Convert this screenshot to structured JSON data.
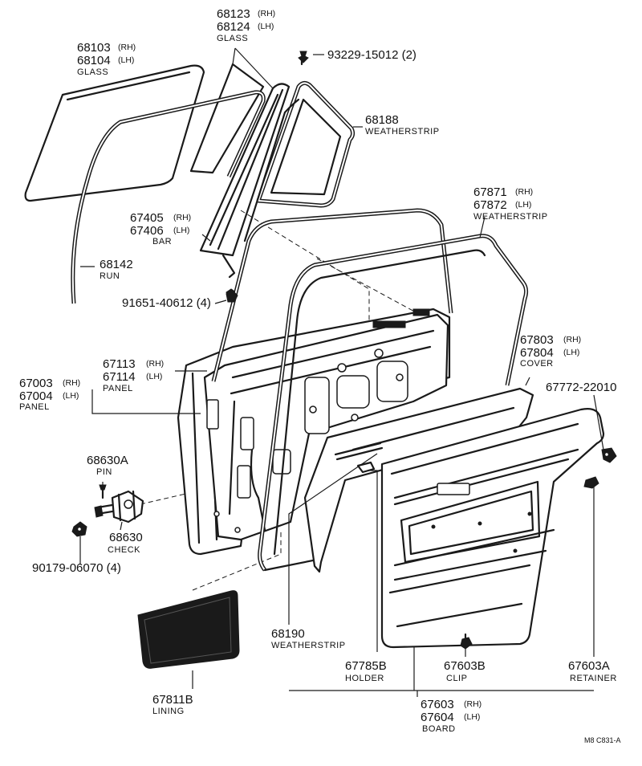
{
  "labels": {
    "glass_rear": {
      "line1": "68103",
      "side1": "(RH)",
      "line2": "68104",
      "side2": "(LH)",
      "name": "GLASS"
    },
    "glass_quarter": {
      "line1": "68123",
      "side1": "(RH)",
      "line2": "68124",
      "side2": "(LH)",
      "name": "GLASS"
    },
    "screw": {
      "text": "93229-15012 (2)"
    },
    "weatherstrip_quarter": {
      "line1": "68188",
      "name": "WEATHERSTRIP"
    },
    "bar": {
      "line1": "67405",
      "side1": "(RH)",
      "line2": "67406",
      "side2": "(LH)",
      "name": "BAR"
    },
    "weatherstrip_door": {
      "line1": "67871",
      "side1": "(RH)",
      "line2": "67872",
      "side2": "(LH)",
      "name": "WEATHERSTRIP"
    },
    "run": {
      "line1": "68142",
      "name": "RUN"
    },
    "bolt_bar": {
      "text": "91651-40612 (4)"
    },
    "cover": {
      "line1": "67803",
      "side1": "(RH)",
      "line2": "67804",
      "side2": "(LH)",
      "name": "COVER"
    },
    "panel_inner": {
      "line1": "67113",
      "side1": "(RH)",
      "line2": "67114",
      "side2": "(LH)",
      "name": "PANEL"
    },
    "panel_outer": {
      "line1": "67003",
      "side1": "(RH)",
      "line2": "67004",
      "side2": "(LH)",
      "name": "PANEL"
    },
    "clip_right": {
      "text": "67772-22010"
    },
    "pin": {
      "line1": "68630A",
      "name": "PIN"
    },
    "check": {
      "line1": "68630",
      "name": "CHECK"
    },
    "nut": {
      "text": "90179-06070 (4)"
    },
    "weatherstrip_bottom": {
      "line1": "68190",
      "name": "WEATHERSTRIP"
    },
    "holder": {
      "line1": "67785B",
      "name": "HOLDER"
    },
    "clip": {
      "line1": "67603B",
      "name": "CLIP"
    },
    "retainer": {
      "line1": "67603A",
      "name": "RETAINER"
    },
    "lining": {
      "line1": "67811B",
      "name": "LINING"
    },
    "board": {
      "line1": "67603",
      "side1": "(RH)",
      "line2": "67604",
      "side2": "(LH)",
      "name": "BOARD"
    }
  },
  "footer_code": "M8 C831-A"
}
